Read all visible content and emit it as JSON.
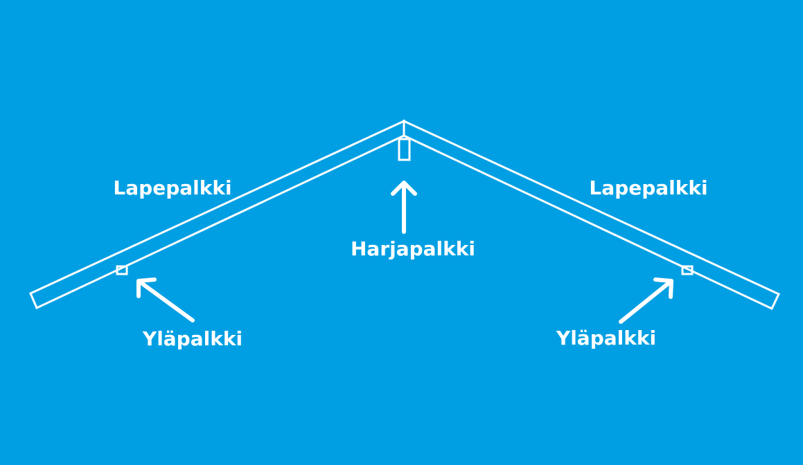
{
  "colors": {
    "background": "#009fe3",
    "lines": "#ffffff"
  },
  "labels": {
    "rafter_left": "Lapepalkki",
    "rafter_right": "Lapepalkki",
    "ridge_beam": "Harjapalkki",
    "purlin_left": "Yläpalkki",
    "purlin_right": "Yläpalkki"
  }
}
